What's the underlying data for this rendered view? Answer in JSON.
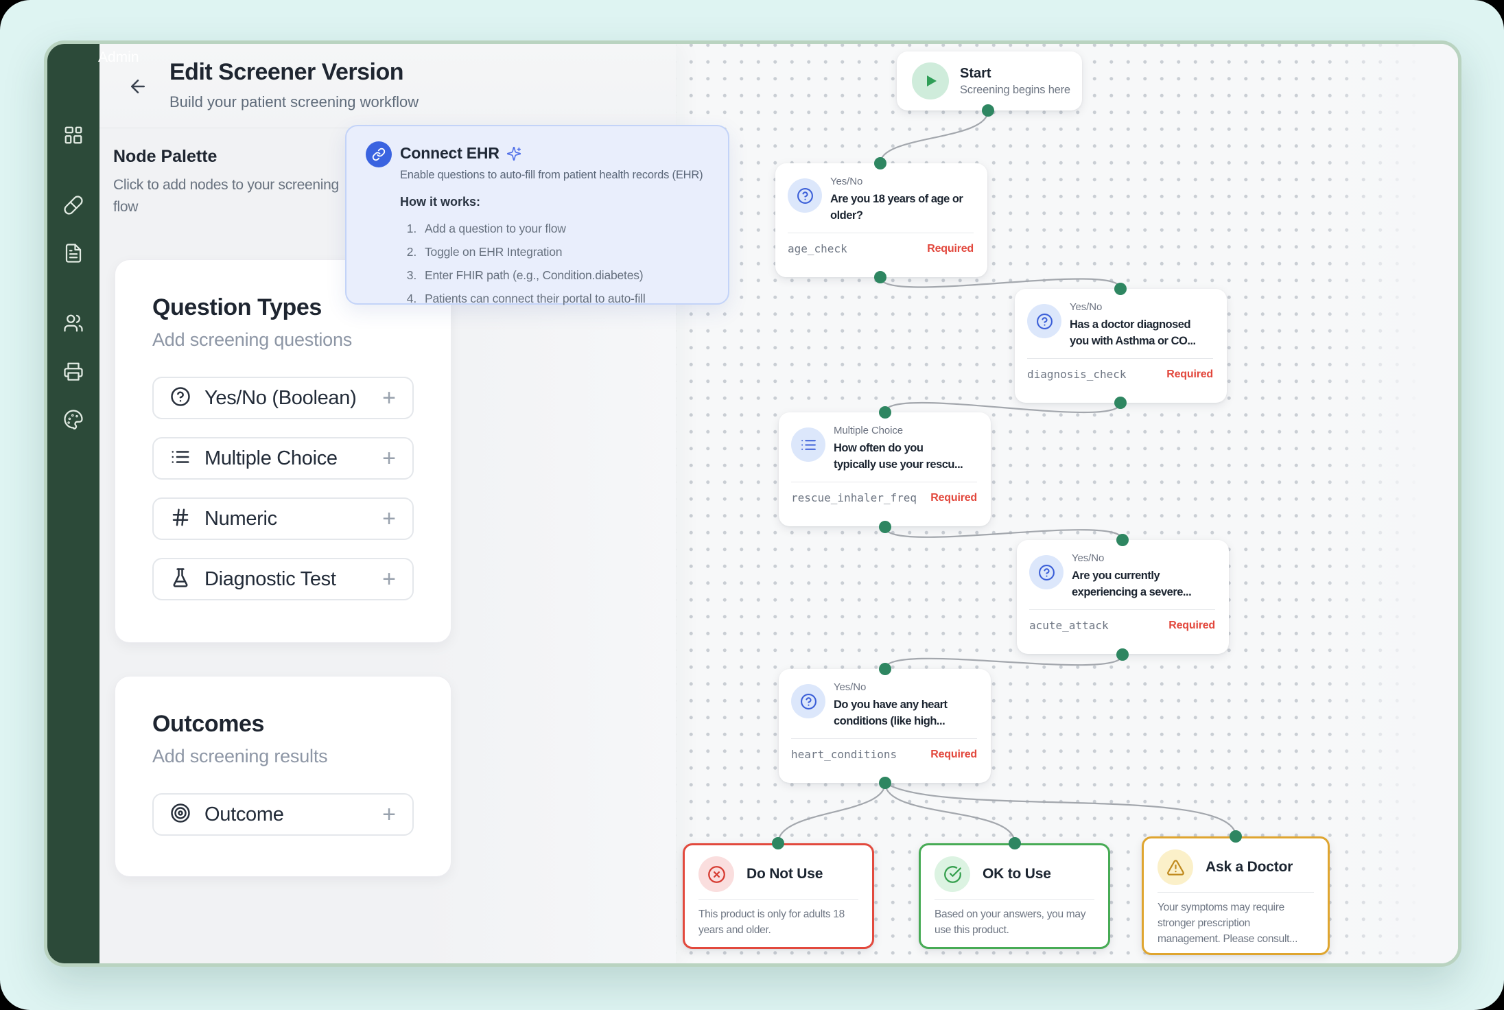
{
  "window": {
    "admin_label": "Admin"
  },
  "sidebar": {
    "icons": [
      "dashboard-icon",
      "pill-icon",
      "file-text-icon",
      "users-icon",
      "printer-icon",
      "palette-icon"
    ]
  },
  "header": {
    "title": "Edit Screener Version",
    "subtitle": "Build your patient screening workflow"
  },
  "palette": {
    "heading": "Node Palette",
    "description": "Click to add nodes to your screening flow",
    "plus": "+",
    "question_types": {
      "title": "Question Types",
      "subtitle": "Add screening questions",
      "items": [
        {
          "icon": "help-circle-icon",
          "label": "Yes/No (Boolean)"
        },
        {
          "icon": "list-icon",
          "label": "Multiple Choice"
        },
        {
          "icon": "hash-icon",
          "label": "Numeric"
        },
        {
          "icon": "flask-icon",
          "label": "Diagnostic Test"
        }
      ]
    },
    "outcomes_card": {
      "title": "Outcomes",
      "subtitle": "Add screening results",
      "items": [
        {
          "icon": "target-icon",
          "label": "Outcome"
        }
      ]
    }
  },
  "tooltip": {
    "title": "Connect EHR",
    "description": "Enable questions to auto-fill from patient health records (EHR)",
    "how_title": "How it works:",
    "steps": [
      {
        "num": "1.",
        "text": "Add a question to your flow"
      },
      {
        "num": "2.",
        "text": "Toggle on EHR Integration"
      },
      {
        "num": "3.",
        "text": "Enter FHIR path (e.g., Condition.diabetes)"
      },
      {
        "num": "4.",
        "text": "Patients can connect their portal to auto-fill"
      }
    ]
  },
  "flow": {
    "start": {
      "title": "Start",
      "subtitle": "Screening begins here"
    },
    "nodes": [
      {
        "type": "Yes/No",
        "line1": "Are you 18 years of age or",
        "line2": "older?",
        "field": "age_check",
        "required": "Required"
      },
      {
        "type": "Yes/No",
        "line1": "Has a doctor diagnosed",
        "line2": "you with Asthma or CO...",
        "field": "diagnosis_check",
        "required": "Required"
      },
      {
        "type": "Multiple Choice",
        "line1": "How often do you",
        "line2": "typically use your rescu...",
        "field": "rescue_inhaler_freq",
        "required": "Required"
      },
      {
        "type": "Yes/No",
        "line1": "Are you currently",
        "line2": "experiencing a severe...",
        "field": "acute_attack",
        "required": "Required"
      },
      {
        "type": "Yes/No",
        "line1": "Do you have any heart",
        "line2": "conditions (like high...",
        "field": "heart_conditions",
        "required": "Required"
      }
    ],
    "outcomes": [
      {
        "title": "Do Not Use",
        "line1": "This product is only for adults 18",
        "line2": "years and older."
      },
      {
        "title": "OK to Use",
        "line1": "Based on your answers, you may",
        "line2": "use this product."
      },
      {
        "title": "Ask a Doctor",
        "line1": "Your symptoms may require",
        "line2": "stronger prescription",
        "line3": "management. Please consult..."
      }
    ]
  },
  "colors": {
    "sidebar_green": "#2c4a39",
    "accent_green_dot": "#2e8661",
    "node_blue": "#3b5fd8",
    "required_red": "#e2473c",
    "outcome_red": "#e2493d",
    "outcome_green": "#47ab55",
    "outcome_amber": "#dfa52f",
    "tooltip_blue_bg": "#e9eefc",
    "page_cyan": "#def4f2"
  }
}
